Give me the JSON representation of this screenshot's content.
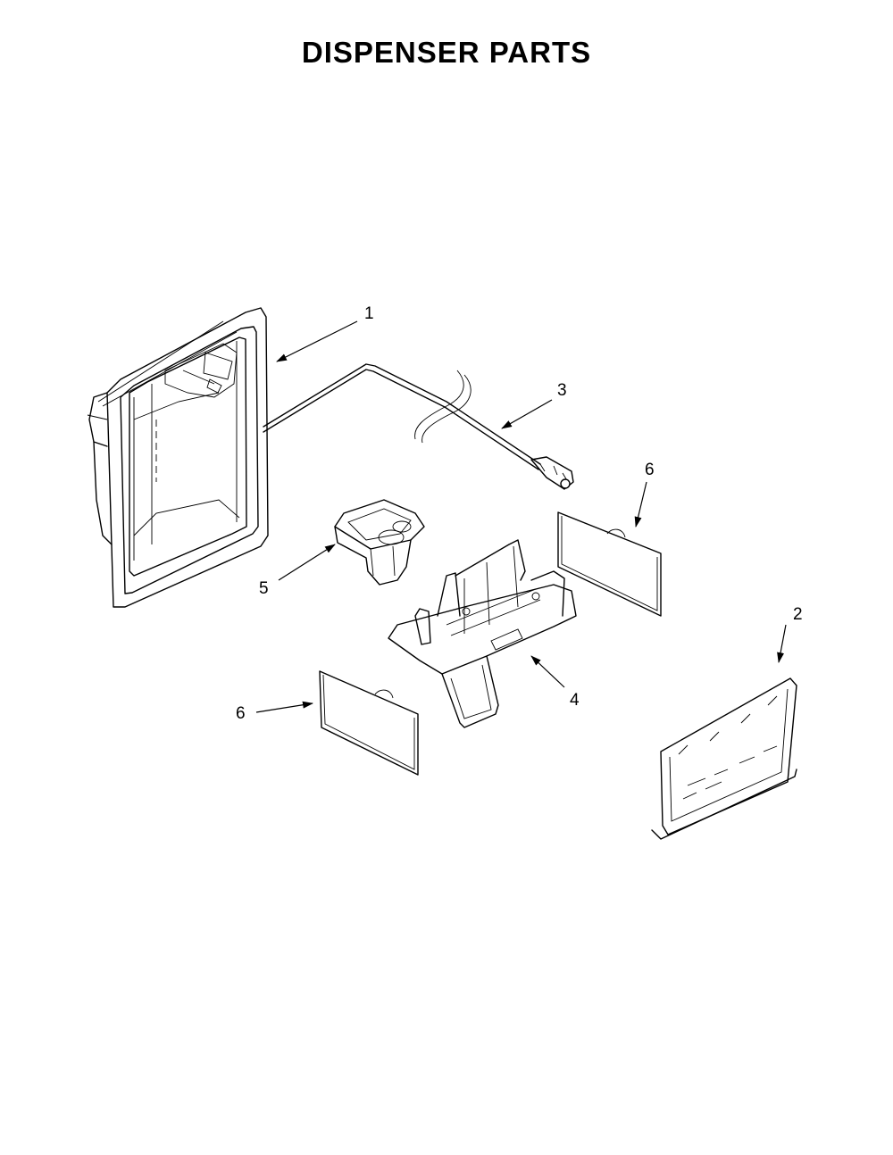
{
  "title": "DISPENSER PARTS",
  "callouts": [
    {
      "id": "c1",
      "label": "1"
    },
    {
      "id": "c2",
      "label": "2"
    },
    {
      "id": "c3",
      "label": "3"
    },
    {
      "id": "c4",
      "label": "4"
    },
    {
      "id": "c5",
      "label": "5"
    },
    {
      "id": "c6a",
      "label": "6"
    },
    {
      "id": "c6b",
      "label": "6"
    }
  ]
}
